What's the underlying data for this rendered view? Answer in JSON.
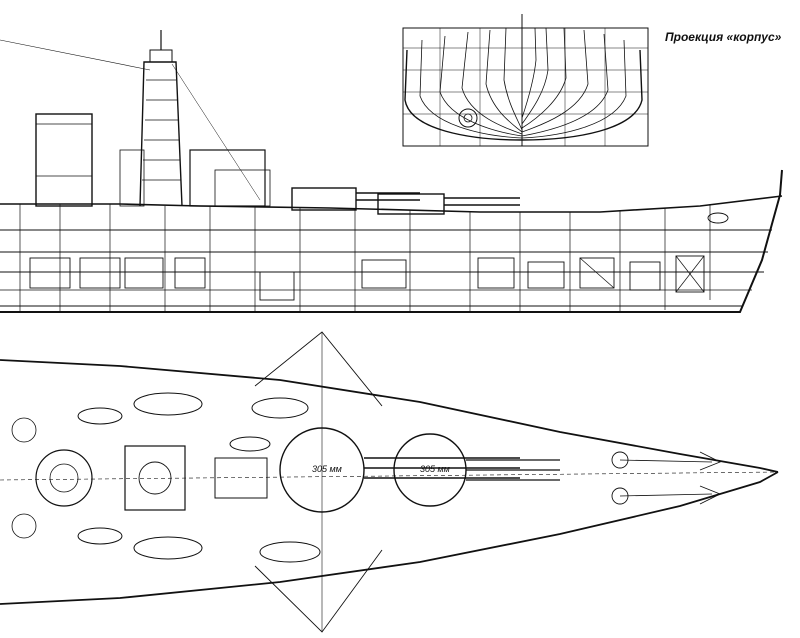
{
  "caption": "Проекция «корпус»",
  "plan_labels": {
    "turret_a": "305 мм",
    "turret_b": "305 мм"
  },
  "colors": {
    "ink": "#111111",
    "paper": "#ffffff"
  }
}
